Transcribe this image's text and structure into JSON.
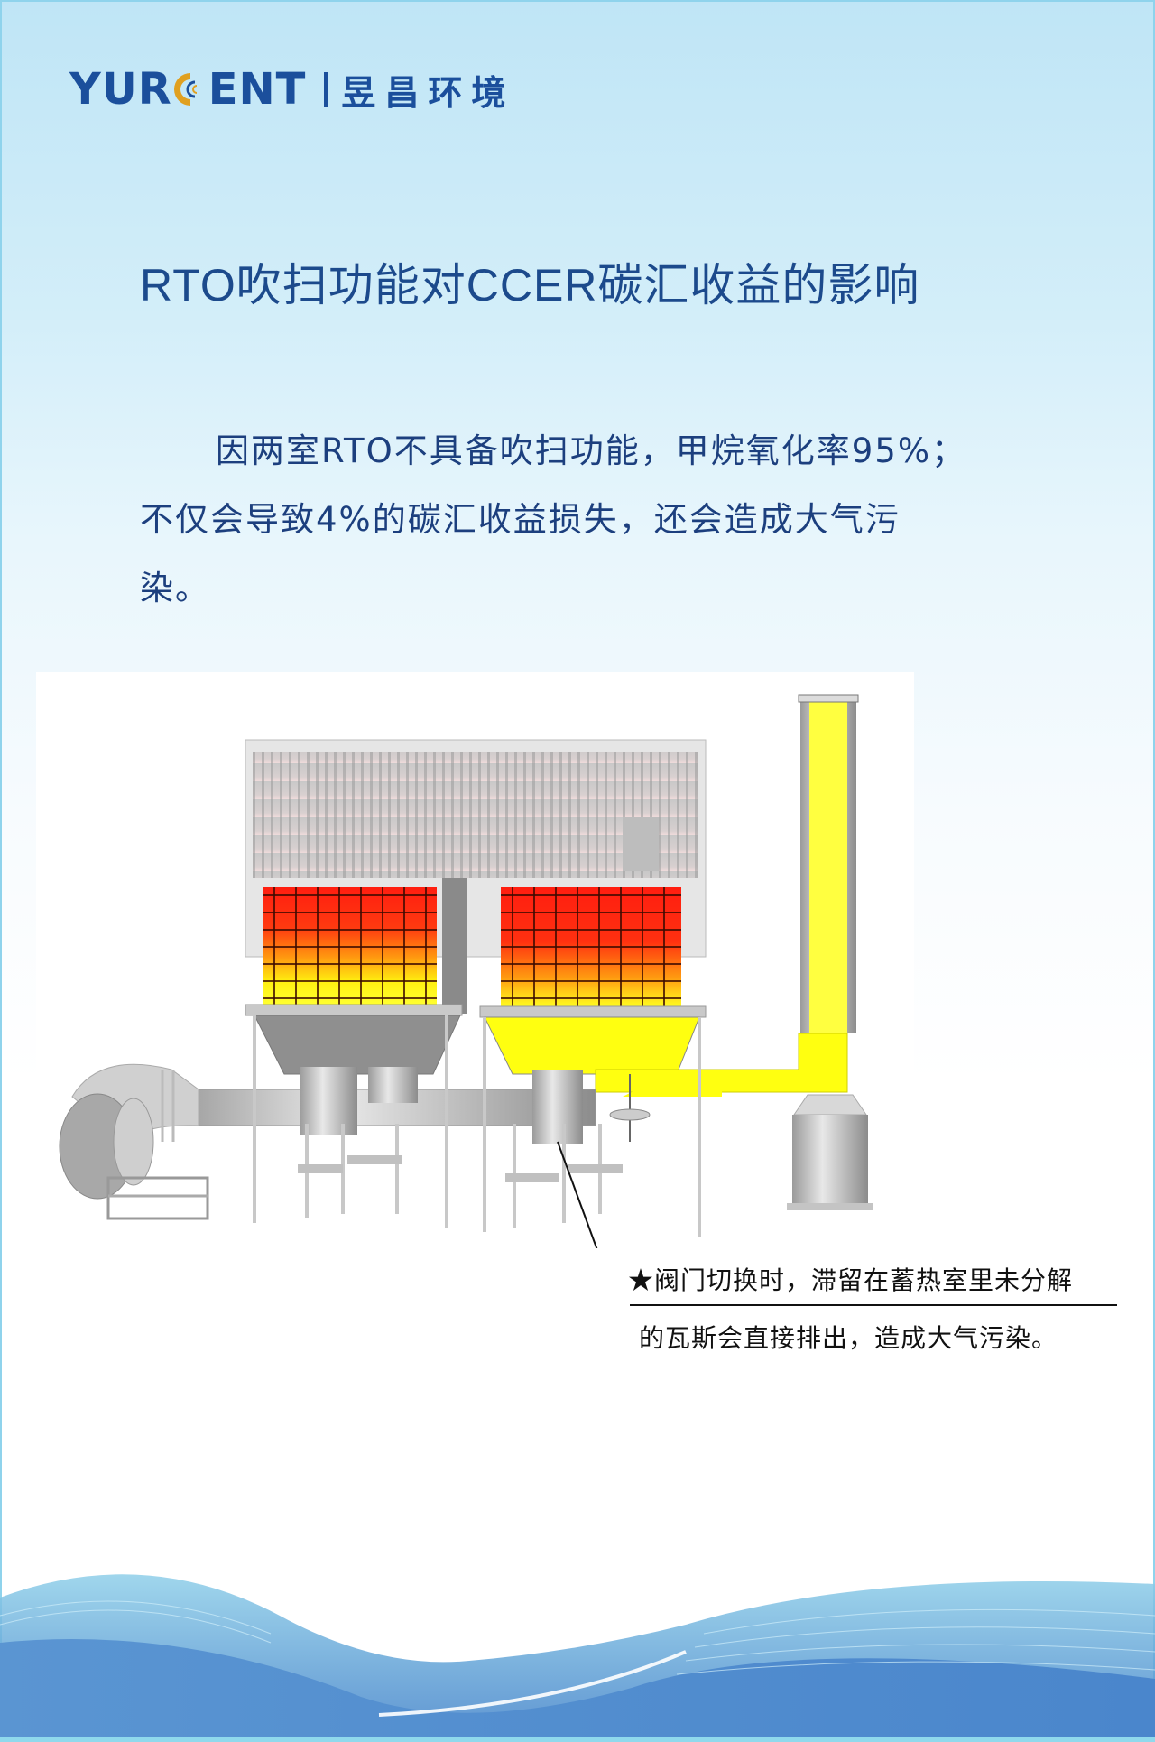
{
  "header": {
    "brand_en_left": "YUR",
    "brand_en_right": "ENT",
    "brand_cn": "昱昌环境",
    "brand_color": "#1b4f9c",
    "brand_accent": "#e0a020"
  },
  "title": "RTO吹扫功能对CCER碳汇收益的影响",
  "paragraph": {
    "line1": "因两室RTO不具备吹扫功能，甲烷氧化率95%；",
    "line2": "不仅会导致4%的碳汇收益损失，还会造成大气污",
    "line3": "染。"
  },
  "figure": {
    "description": "two-chamber-rto-diagram",
    "callout_line1": "★阀门切换时，滞留在蓄热室里未分解",
    "callout_line2": "的瓦斯会直接排出，造成大气污染。"
  },
  "colors": {
    "title_text": "#1c4a8c",
    "body_text": "#1c3f7e",
    "hot_red": "#ff2a10",
    "warm_yellow": "#ffff1a",
    "wave_blue": "#4f8fd0"
  }
}
